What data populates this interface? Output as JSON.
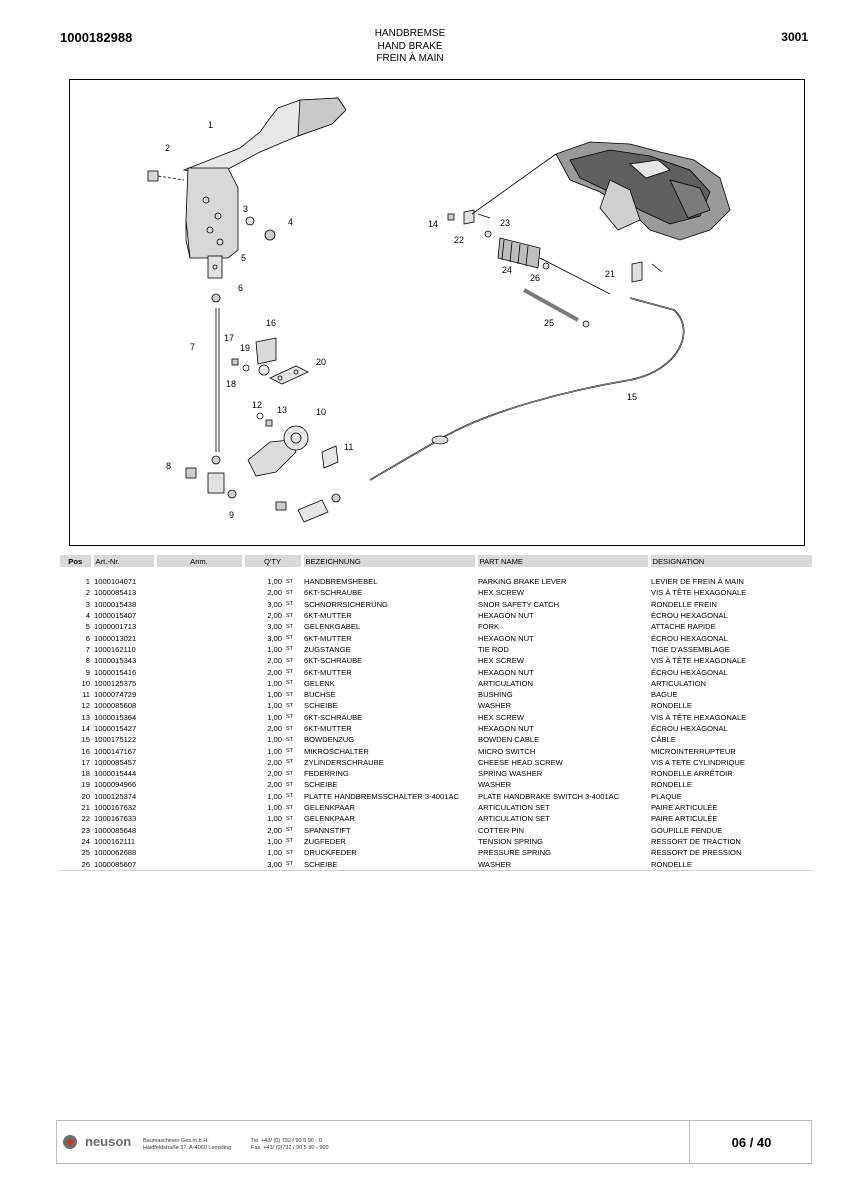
{
  "header": {
    "doc_number": "1000182988",
    "title_de": "HANDBREMSE",
    "title_en": "HAND BRAKE",
    "title_fr": "FREIN À MAIN",
    "page_code": "3001"
  },
  "drawing": {
    "callouts": [
      "1",
      "2",
      "3",
      "4",
      "5",
      "6",
      "7",
      "8",
      "9",
      "10",
      "11",
      "12",
      "13",
      "14",
      "15",
      "16",
      "17",
      "18",
      "19",
      "20",
      "21",
      "22",
      "23",
      "24",
      "25",
      "26"
    ]
  },
  "table": {
    "headers": {
      "pos": "Pos",
      "art": "Art.-Nr.",
      "anm": "Anm.",
      "qty": "Q'TY",
      "bez": "BEZEICHNUNG",
      "part": "PART NAME",
      "designation": "DESIGNATION"
    },
    "rows": [
      {
        "pos": "1",
        "art": "1000104071",
        "anm": "",
        "qty": "1,00",
        "unit": "ST",
        "bez": "HANDBREMSHEBEL",
        "part": "PARKING BRAKE LEVER",
        "designation": "LEVIER DE FREIN À MAIN"
      },
      {
        "pos": "2",
        "art": "1000085413",
        "anm": "",
        "qty": "2,00",
        "unit": "ST",
        "bez": "6KT-SCHRAUBE",
        "part": "HEX SCREW",
        "designation": "VIS À TÊTE HEXAGONALE"
      },
      {
        "pos": "3",
        "art": "1000015438",
        "anm": "",
        "qty": "3,00",
        "unit": "ST",
        "bez": "SCHNORRSICHERUNG",
        "part": "SNOR SAFETY CATCH",
        "designation": "RONDELLE FREIN"
      },
      {
        "pos": "4",
        "art": "1000015407",
        "anm": "",
        "qty": "2,00",
        "unit": "ST",
        "bez": "6KT-MUTTER",
        "part": "HEXAGON NUT",
        "designation": "ÉCROU HEXAGONAL"
      },
      {
        "pos": "5",
        "art": "1000001713",
        "anm": "",
        "qty": "3,00",
        "unit": "ST",
        "bez": "GELENKGABEL",
        "part": "FORK",
        "designation": "ATTACHE RAPIDE"
      },
      {
        "pos": "6",
        "art": "1000013021",
        "anm": "",
        "qty": "3,00",
        "unit": "ST",
        "bez": "6KT-MUTTER",
        "part": "HEXAGON NUT",
        "designation": "ÉCROU HEXAGONAL"
      },
      {
        "pos": "7",
        "art": "1000162110",
        "anm": "",
        "qty": "1,00",
        "unit": "ST",
        "bez": "ZUGSTANGE",
        "part": "TIE ROD",
        "designation": "TIGE D'ASSEMBLAGE"
      },
      {
        "pos": "8",
        "art": "1000015343",
        "anm": "",
        "qty": "2,00",
        "unit": "ST",
        "bez": "6KT-SCHRAUBE",
        "part": "HEX SCREW",
        "designation": "VIS À TÊTE HEXAGONALE"
      },
      {
        "pos": "9",
        "art": "1000015416",
        "anm": "",
        "qty": "2,00",
        "unit": "ST",
        "bez": "6KT-MUTTER",
        "part": "HEXAGON NUT",
        "designation": "ÉCROU HEXAGONAL"
      },
      {
        "pos": "10",
        "art": "1000125375",
        "anm": "",
        "qty": "1,00",
        "unit": "ST",
        "bez": "GELENK",
        "part": "ARTICULATION",
        "designation": "ARTICULATION"
      },
      {
        "pos": "11",
        "art": "1000074729",
        "anm": "",
        "qty": "1,00",
        "unit": "ST",
        "bez": "BUCHSE",
        "part": "BUSHING",
        "designation": "BAGUE"
      },
      {
        "pos": "12",
        "art": "1000085608",
        "anm": "",
        "qty": "1,00",
        "unit": "ST",
        "bez": "SCHEIBE",
        "part": "WASHER",
        "designation": "RONDELLE"
      },
      {
        "pos": "13",
        "art": "1000015364",
        "anm": "",
        "qty": "1,00",
        "unit": "ST",
        "bez": "6KT-SCHRAUBE",
        "part": "HEX SCREW",
        "designation": "VIS À TÊTE HEXAGONALE"
      },
      {
        "pos": "14",
        "art": "1000015427",
        "anm": "",
        "qty": "2,00",
        "unit": "ST",
        "bez": "6KT-MUTTER",
        "part": "HEXAGON NUT",
        "designation": "ÉCROU HEXAGONAL"
      },
      {
        "pos": "15",
        "art": "1000175122",
        "anm": "",
        "qty": "1,00",
        "unit": "ST",
        "bez": "BOWDENZUG",
        "part": "BOWDEN CABLE",
        "designation": "CÂBLE"
      },
      {
        "pos": "16",
        "art": "1000147167",
        "anm": "",
        "qty": "1,00",
        "unit": "ST",
        "bez": "MIKROSCHALTER",
        "part": "MICRO SWITCH",
        "designation": "MICROINTERRUPTEUR"
      },
      {
        "pos": "17",
        "art": "1000085457",
        "anm": "",
        "qty": "2,00",
        "unit": "ST",
        "bez": "ZYLINDERSCHRAUBE",
        "part": "CHEESE HEAD SCREW",
        "designation": "VIS A TETE CYLINDRIQUE"
      },
      {
        "pos": "18",
        "art": "1000015444",
        "anm": "",
        "qty": "2,00",
        "unit": "ST",
        "bez": "FEDERRING",
        "part": "SPRING WASHER",
        "designation": "RONDELLE ARRÊTOIR"
      },
      {
        "pos": "19",
        "art": "1000094966",
        "anm": "",
        "qty": "2,00",
        "unit": "ST",
        "bez": "SCHEIBE",
        "part": "WASHER",
        "designation": "RONDELLE"
      },
      {
        "pos": "20",
        "art": "1000125374",
        "anm": "",
        "qty": "1,00",
        "unit": "ST",
        "bez": "PLATTE HANDBREMSSCHALTER 3-4001AC",
        "part": "PLATE HANDBRAKE SWITCH 3-4001AC",
        "designation": "PLAQUE"
      },
      {
        "pos": "21",
        "art": "1000167632",
        "anm": "",
        "qty": "1,00",
        "unit": "ST",
        "bez": "GELENKPAAR",
        "part": "ARTICULATION SET",
        "designation": "PAIRE ARTICULÉE"
      },
      {
        "pos": "22",
        "art": "1000167633",
        "anm": "",
        "qty": "1,00",
        "unit": "ST",
        "bez": "GELENKPAAR",
        "part": "ARTICULATION SET",
        "designation": "PAIRE ARTICULÉE"
      },
      {
        "pos": "23",
        "art": "1000085648",
        "anm": "",
        "qty": "2,00",
        "unit": "ST",
        "bez": "SPANNSTIFT",
        "part": "COTTER PIN",
        "designation": "GOUPILLE FENDUE"
      },
      {
        "pos": "24",
        "art": "1000162111",
        "anm": "",
        "qty": "1,00",
        "unit": "ST",
        "bez": "ZUGFEDER",
        "part": "TENSION SPRING",
        "designation": "RESSORT DE TRACTION"
      },
      {
        "pos": "25",
        "art": "1000062688",
        "anm": "",
        "qty": "1,00",
        "unit": "ST",
        "bez": "DRUCKFEDER",
        "part": "PRESSURE SPRING",
        "designation": "RESSORT DE PRESSION"
      },
      {
        "pos": "26",
        "art": "1000085607",
        "anm": "",
        "qty": "3,00",
        "unit": "ST",
        "bez": "SCHEIBE",
        "part": "WASHER",
        "designation": "RONDELLE"
      }
    ]
  },
  "footer": {
    "brand": "neuson",
    "company": "Baumaschinen Ges.m.b.H.",
    "address": "Haidfeldstraße 37, A-4060 Leonding",
    "tel": "Tel. +43/ (0) 732 / 90 5 90 - 0",
    "fax": "Fax. +43/ (0)732 / 90 5 90 - 900",
    "page_current": "06",
    "page_separator": " / ",
    "page_total": "40"
  }
}
